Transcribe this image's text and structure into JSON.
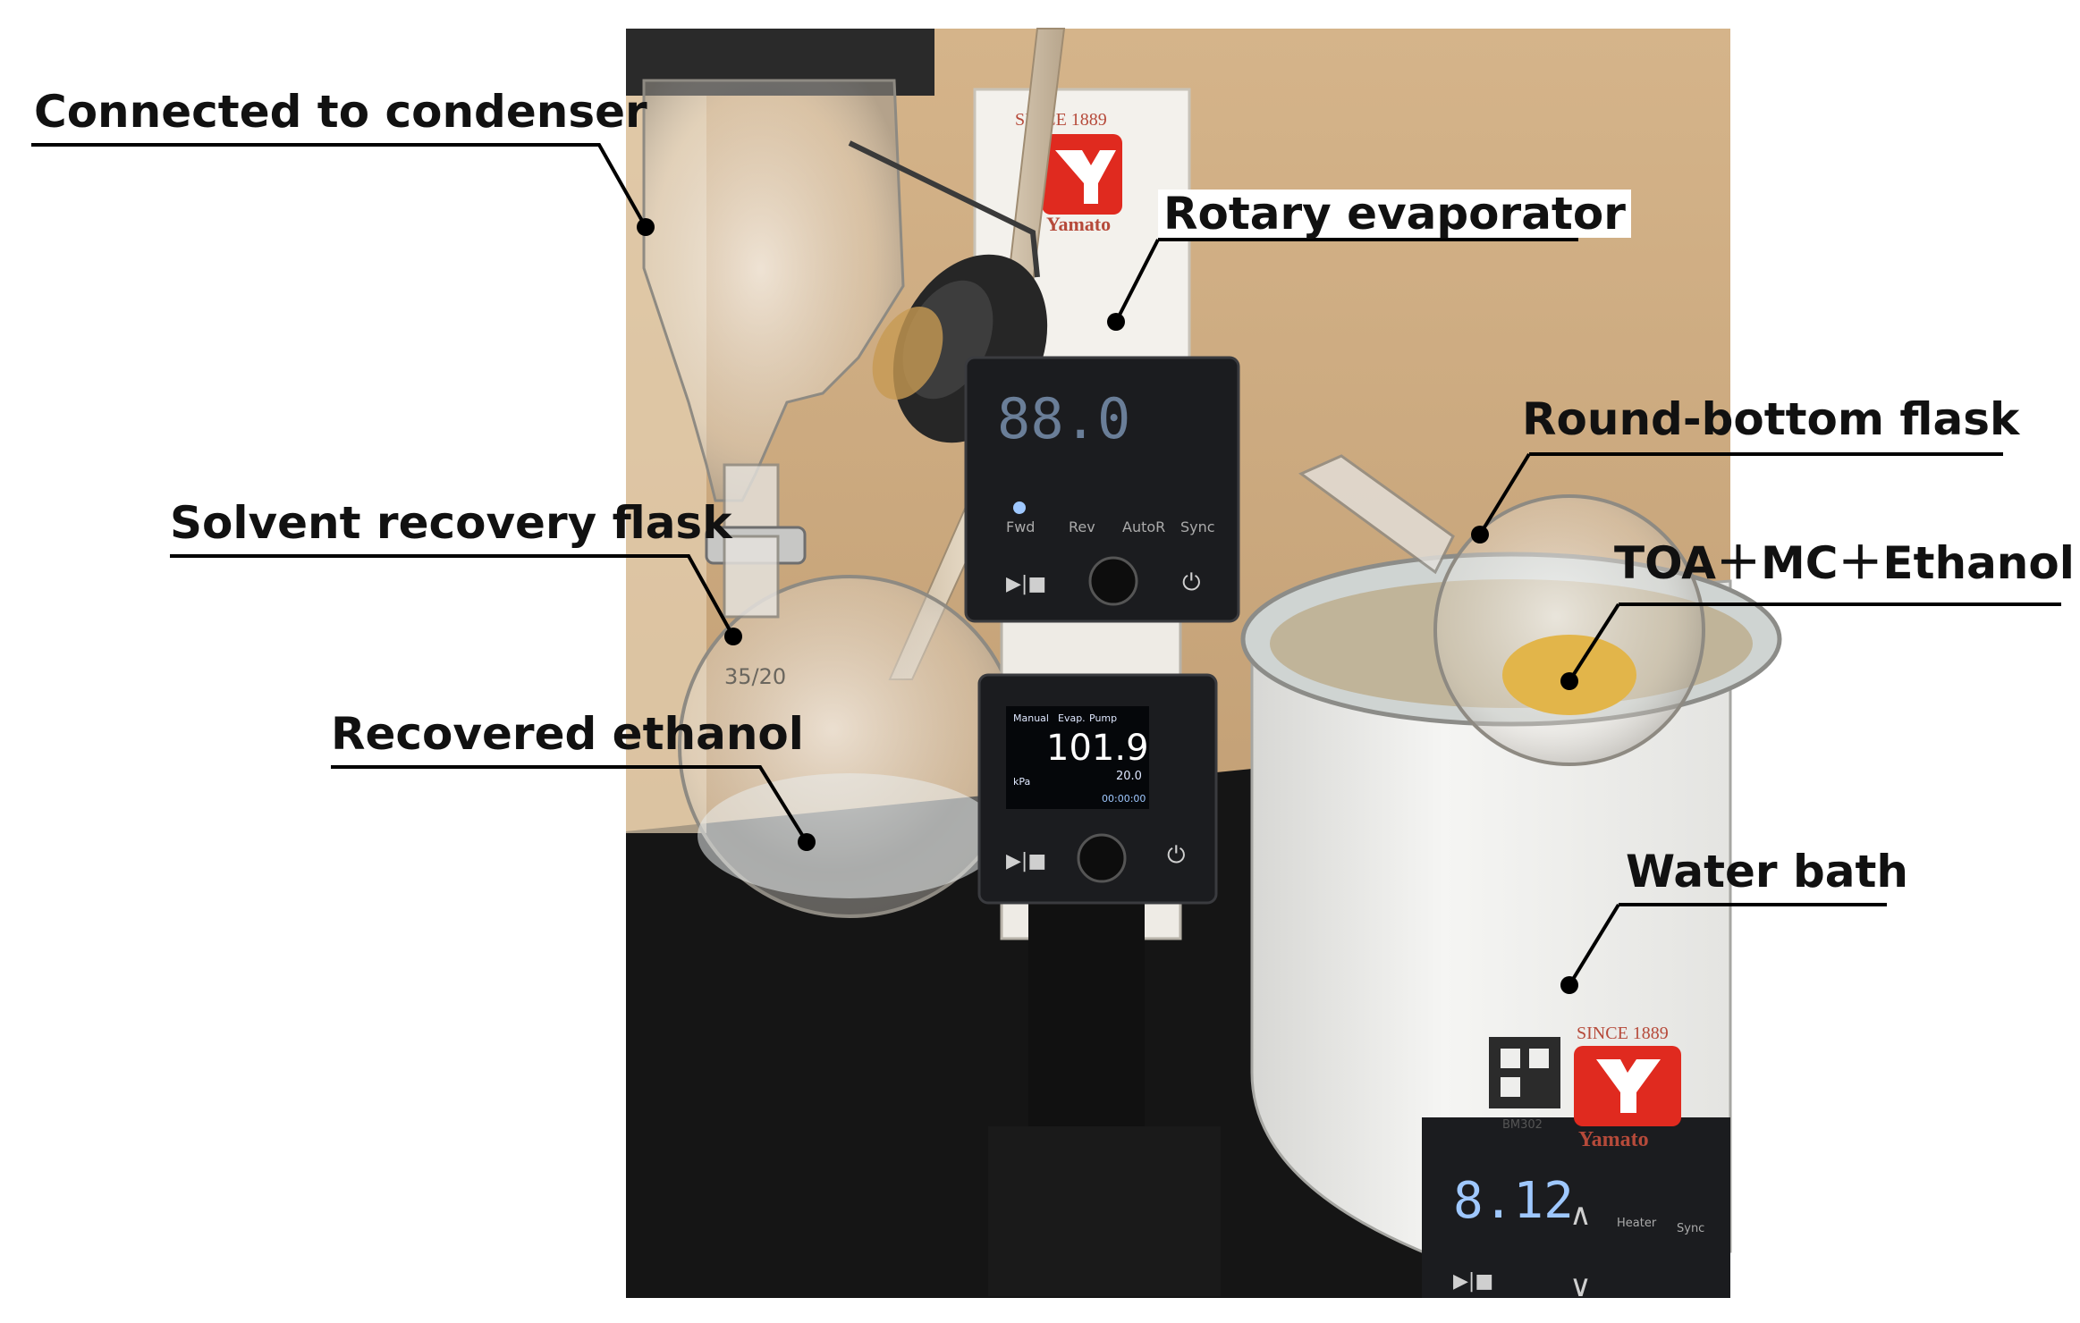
{
  "labels": {
    "condenser": "Connected to condenser",
    "rotary": "Rotary evaporator",
    "round_bottom": "Round-bottom flask",
    "solvent": "Solvent recovery flask",
    "mixture": "TOA＋MC＋Ethanol",
    "recovered": "Recovered ethanol",
    "water_bath": "Water bath"
  },
  "rotary_panel": {
    "display": "88.0",
    "btn_fwd": "Fwd",
    "btn_rev": "Rev",
    "btn_auto": "AutoR",
    "btn_sync": "Sync"
  },
  "pump_panel": {
    "mode": "Manual",
    "evap": "Evap.",
    "pump": "Pump",
    "value": "101.9",
    "unit": "kPa",
    "set": "20.0",
    "timer": "00:00:00"
  },
  "bath": {
    "display": "8.12",
    "heater": "Heater",
    "sync": "Sync",
    "since": "SINCE 1889",
    "brand": "Yamato",
    "model": "BM302"
  },
  "box": {
    "since": "SINCE 1889",
    "brand": "Yamato"
  },
  "colors": {
    "background": "#c7a57a",
    "bench": "#151515",
    "bath": "#eeeeec",
    "panel": "#1b1c1f",
    "digits": "#9fc8ff",
    "logo_red": "#e02a1f"
  }
}
